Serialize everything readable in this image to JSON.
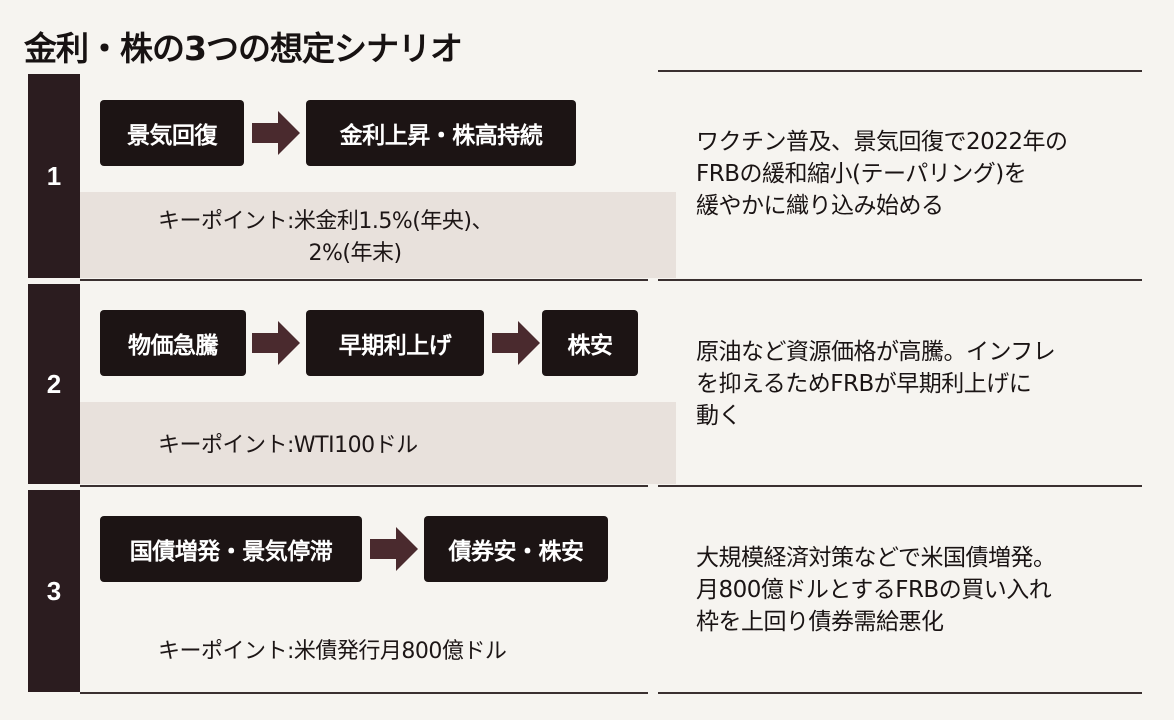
{
  "title": "金利・株の3つの想定シナリオ",
  "scenarios": [
    {
      "number": "1",
      "steps": [
        "景気回復",
        "金利上昇・株高持続"
      ],
      "keypoint": "キーポイント:米金利1.5%(年央)、\n　　　　　　　2%(年末)",
      "description": "ワクチン普及、景気回復で2022年の\nFRBの緩和縮小(テーパリング)を\n緩やかに織り込み始める"
    },
    {
      "number": "2",
      "steps": [
        "物価急騰",
        "早期利上げ",
        "株安"
      ],
      "keypoint": "キーポイント:WTI100ドル",
      "description": "原油など資源価格が高騰。インフレ\nを抑えるためFRBが早期利上げに\n動く"
    },
    {
      "number": "3",
      "steps": [
        "国債増発・景気停滞",
        "債券安・株安"
      ],
      "keypoint": "キーポイント:米債発行月800億ドル",
      "description": "大規模経済対策などで米国債増発。\n月800億ドルとするFRBの買い入れ\n枠を上回り債券需給悪化"
    }
  ],
  "colors": {
    "box": "#1c1414",
    "number_column": "#2b1c1f",
    "arrow": "#4a2a2e",
    "keypoint_band": "#e8e1dc"
  }
}
